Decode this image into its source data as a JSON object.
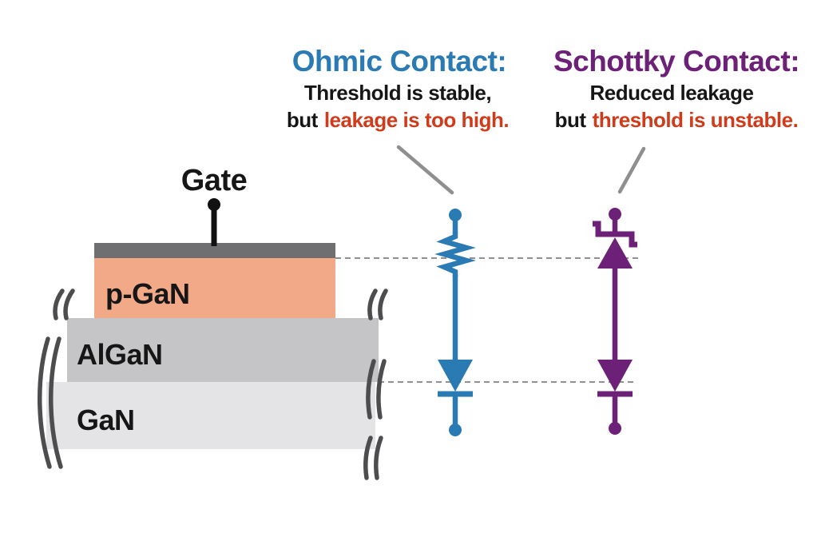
{
  "colors": {
    "blue": "#2a7ab4",
    "purple": "#6d2077",
    "red": "#cf3b1b",
    "gate-metal": "#6f6f71",
    "p-gan": "#f2a988",
    "algan": "#c5c4c6",
    "gan": "#e4e3e5",
    "connector": "#8f8f8f",
    "dash": "#909090",
    "tear": "#4d4d4f"
  },
  "ohmic": {
    "title": "Ohmic Contact:",
    "desc_line1": "Threshold is stable,",
    "desc_line2_prefix": "but",
    "desc_line2_highlight": "leakage is too high."
  },
  "schottky": {
    "title": "Schottky Contact:",
    "desc_line1": "Reduced leakage",
    "desc_line2_prefix": "but",
    "desc_line2_highlight": "threshold is unstable."
  },
  "stack": {
    "gate_label": "Gate",
    "layer_pgan": "p-GaN",
    "layer_algan": "AlGaN",
    "layer_gan": "GaN"
  }
}
